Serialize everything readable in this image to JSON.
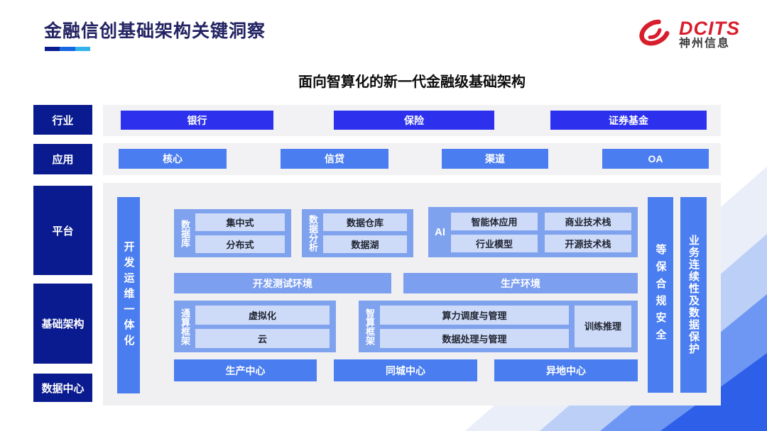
{
  "header": {
    "title": "金融信创基础架构关键洞察",
    "logo": {
      "brand": "DCITS",
      "company": "神州信息"
    }
  },
  "subtitle": "面向智算化的新一代金融级基础架构",
  "diagram": {
    "industry": {
      "label": "行业",
      "items": [
        "银行",
        "保险",
        "证券基金"
      ]
    },
    "application": {
      "label": "应用",
      "items": [
        "核心",
        "信贷",
        "渠道",
        "OA"
      ]
    },
    "platform_label": "平台",
    "infrastructure_label": "基础架构",
    "datacenter_label": "数据中心",
    "devops_bar": "开发运维一体化",
    "groups": {
      "database": {
        "label": "数据库",
        "items": [
          "集中式",
          "分布式"
        ]
      },
      "analytics": {
        "label": "数据分析",
        "items": [
          "数据仓库",
          "数据湖"
        ]
      },
      "ai": {
        "label": "AI",
        "items": [
          "智能体应用",
          "商业技术栈",
          "行业模型",
          "开源技术栈"
        ]
      },
      "general_compute": {
        "label": "通算框架",
        "items": [
          "虚拟化",
          "云"
        ]
      },
      "intelligent_compute": {
        "label": "智算框架",
        "items": [
          "算力调度与管理",
          "数据处理与管理"
        ],
        "side_item": "训练推理"
      }
    },
    "environments": [
      "开发测试环境",
      "生产环境"
    ],
    "centers": [
      "生产中心",
      "同城中心",
      "异地中心"
    ],
    "security_bar": "等保合规安全",
    "continuity_bar": "业务连续性及数据保护"
  },
  "colors": {
    "brand_red": "#d81e2c",
    "navy": "#0a1b8f",
    "royal_blue": "#2d31ee",
    "blue": "#4a7df0",
    "group_blue": "#7fa2ef",
    "chip_blue": "#cddaf8",
    "panel_gray": "#f0f0f3"
  }
}
